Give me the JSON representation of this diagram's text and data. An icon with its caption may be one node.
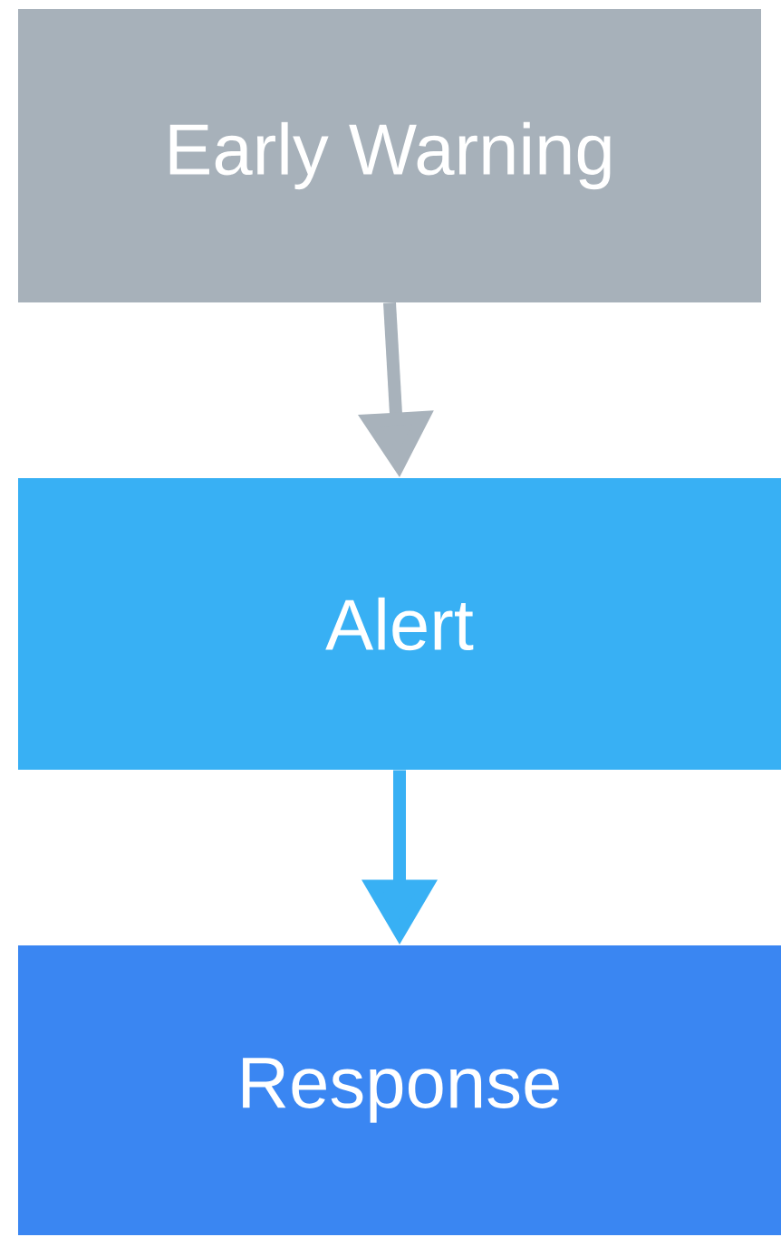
{
  "diagram": {
    "nodes": [
      {
        "text": [
          "Early Warning"
        ]
      },
      {
        "text": [
          "Alert"
        ]
      },
      {
        "text": [
          "Response"
        ]
      }
    ],
    "edges": [
      {
        "from": 0,
        "to": 1,
        "arrow": "to",
        "color": "#a8b2bb"
      },
      {
        "from": 1,
        "to": 2,
        "arrow": "to",
        "color": "#38b0f4"
      }
    ]
  }
}
